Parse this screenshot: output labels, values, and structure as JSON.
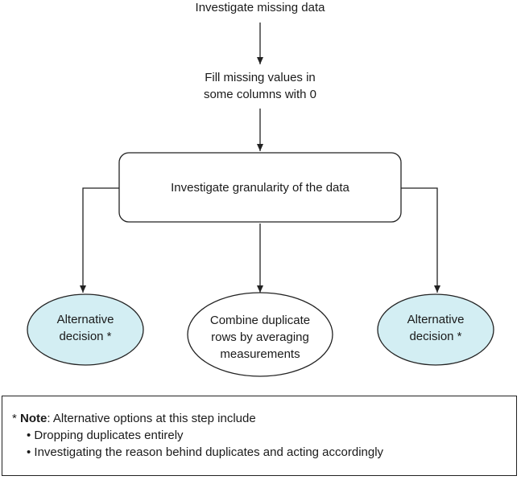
{
  "nodes": {
    "investigate_missing": "Investigate missing data",
    "fill_missing": [
      "Fill missing values in",
      "some columns with 0"
    ],
    "granularity": "Investigate granularity of the data",
    "alt_left": [
      "Alternative",
      "decision *"
    ],
    "combine": [
      "Combine duplicate",
      "rows by averaging",
      "measurements"
    ],
    "alt_right": [
      "Alternative",
      "decision *"
    ]
  },
  "note": {
    "prefix": "* ",
    "bold": "Note",
    "text": ": Alternative options at this step include",
    "bullets": [
      "Dropping duplicates entirely",
      "Investigating the reason behind duplicates and acting accordingly"
    ]
  },
  "colors": {
    "alt_fill": "#d3eef3",
    "combine_fill": "#ffffff",
    "stroke": "#222222"
  }
}
